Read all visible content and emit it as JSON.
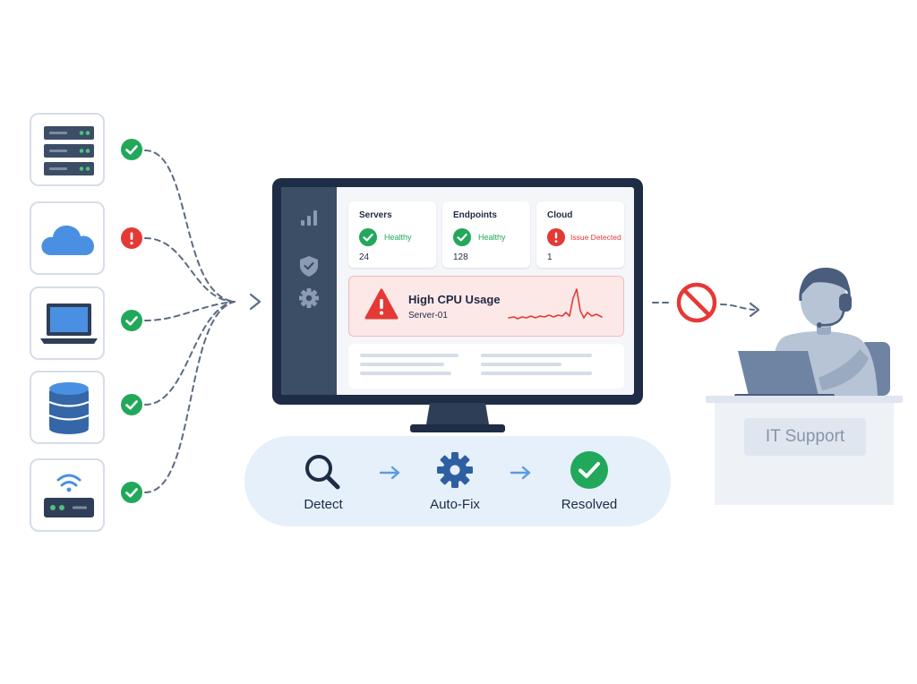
{
  "devices": [
    {
      "name": "server-rack",
      "icon": "server-rack-icon",
      "status": "ok"
    },
    {
      "name": "cloud",
      "icon": "cloud-icon",
      "status": "alert"
    },
    {
      "name": "laptop",
      "icon": "laptop-icon",
      "status": "ok"
    },
    {
      "name": "database",
      "icon": "database-icon",
      "status": "ok"
    },
    {
      "name": "router",
      "icon": "wifi-router-icon",
      "status": "ok"
    }
  ],
  "dashboard": {
    "sidebar_icons": [
      "bar-chart-icon",
      "shield-check-icon",
      "gear-icon"
    ],
    "cards": [
      {
        "title": "Servers",
        "status": "Healthy",
        "count": "24",
        "state": "ok"
      },
      {
        "title": "Endpoints",
        "status": "Healthy",
        "count": "128",
        "state": "ok"
      },
      {
        "title": "Cloud",
        "status": "Issue Detected",
        "count": "1",
        "state": "alert"
      }
    ],
    "alert": {
      "title": "High CPU Usage",
      "subtitle": "Server-01",
      "icon": "warning-triangle-icon"
    }
  },
  "process": [
    {
      "label": "Detect",
      "icon": "magnifier-icon"
    },
    {
      "label": "Auto-Fix",
      "icon": "gear-icon"
    },
    {
      "label": "Resolved",
      "icon": "check-circle-icon"
    }
  ],
  "support": {
    "label": "IT Support",
    "blocked_icon": "no-entry-icon"
  },
  "colors": {
    "ok": "#22a85a",
    "alert": "#e53935",
    "navy": "#1e2d45",
    "accent_blue": "#3b7fd4",
    "pill": "#e6f0fb",
    "connector": "#5b6b82"
  }
}
